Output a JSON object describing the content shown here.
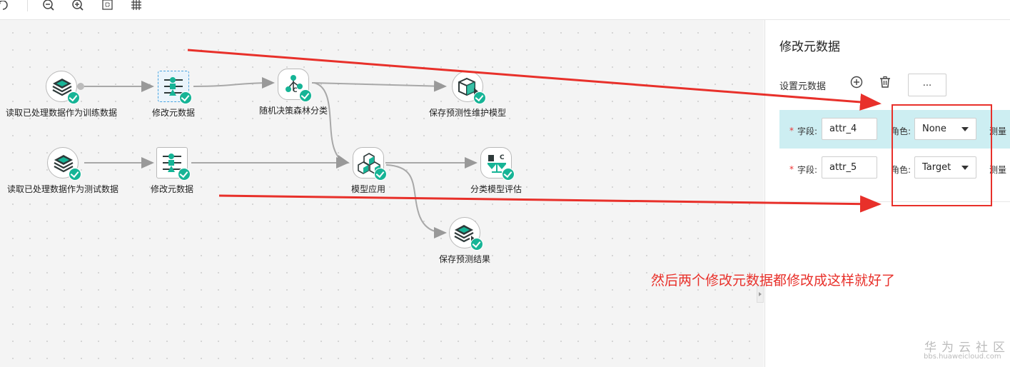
{
  "toolbar": {
    "icons": [
      "refresh-icon",
      "zoom-out-icon",
      "zoom-in-icon",
      "fit-screen-icon",
      "grid-icon"
    ]
  },
  "nodes": {
    "read_train": "读取已处理数据作为训练数据",
    "modify_meta_1": "修改元数据",
    "rf_classify": "随机决策森林分类",
    "save_model": "保存预测性维护模型",
    "read_test": "读取已处理数据作为测试数据",
    "modify_meta_2": "修改元数据",
    "model_apply": "模型应用",
    "classify_eval": "分类模型评估",
    "save_result": "保存预测结果"
  },
  "panel": {
    "title": "修改元数据",
    "set_meta_label": "设置元数据",
    "more_label": "...",
    "rows": [
      {
        "field_label": "字段:",
        "field_value": "attr_4",
        "role_label": "角色:",
        "role_value": "None",
        "measure_label": "测量"
      },
      {
        "field_label": "字段:",
        "field_value": "attr_5",
        "role_label": "角色:",
        "role_value": "Target",
        "measure_label": "测量"
      }
    ],
    "required_mark": "*"
  },
  "annotation": {
    "text": "然后两个修改元数据都修改成这样就好了",
    "color": "#e8302a"
  },
  "watermark": {
    "title": "华为云社区",
    "url": "bbs.huaweicloud.com"
  },
  "colors": {
    "accent_teal": "#16b496",
    "highlight_row": "#cdeef2",
    "arrow_red": "#e8302a"
  }
}
